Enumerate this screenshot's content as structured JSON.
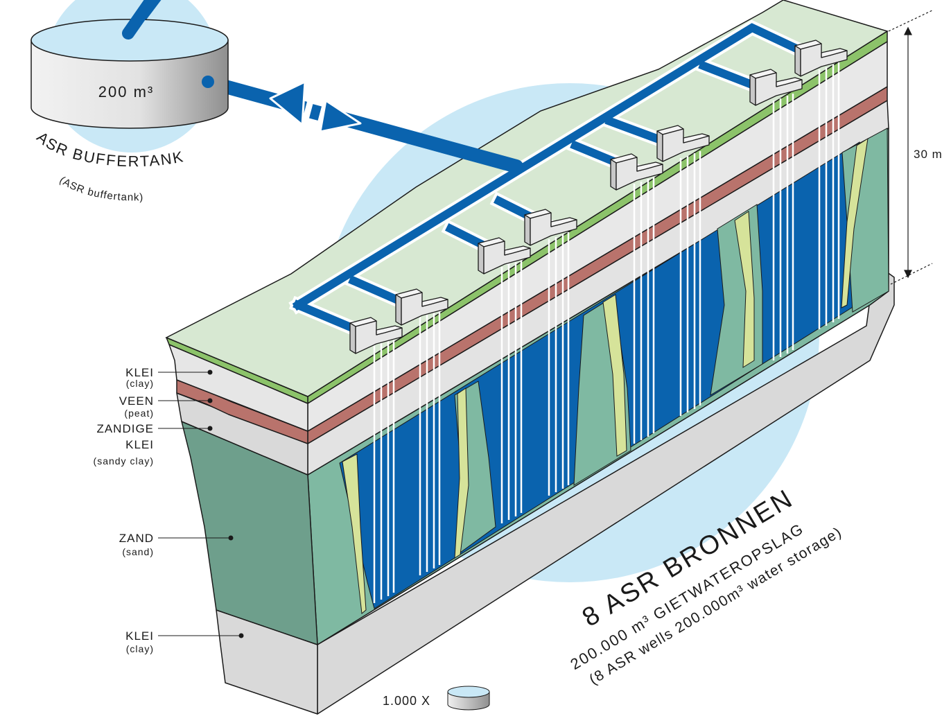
{
  "buffer_tank": {
    "volume": "200 m³",
    "title": "ASR BUFFERTANK",
    "subtitle": "(ASR buffertank)"
  },
  "wells": {
    "title": "8 ASR BRONNEN",
    "line1": "200.000 m³ GIETWATEROPSLAG",
    "line2": "(8 ASR wells 200.000m³ water storage)"
  },
  "depth": {
    "label": "30 m"
  },
  "layers": [
    {
      "name": "KLEI",
      "sub": "(clay)"
    },
    {
      "name": "VEEN",
      "sub": "(peat)"
    },
    {
      "name": "ZANDIGE",
      "name2": "KLEI",
      "sub": "(sandy clay)"
    },
    {
      "name": "ZAND",
      "sub": "(sand)"
    },
    {
      "name": "KLEI",
      "sub": "(clay)"
    }
  ],
  "scale": {
    "label": "1.000 X"
  },
  "colors": {
    "pipe": "#0a63ae",
    "water_circle": "#c9e8f6",
    "grass": "#8cc36a",
    "surface": "#d7e8d2",
    "clay": "#d9d9d9",
    "peat": "#b9736c",
    "sand": "#7fb9a2",
    "sand_side": "#6e9f8c",
    "yellow_vein": "#d6e39a"
  }
}
